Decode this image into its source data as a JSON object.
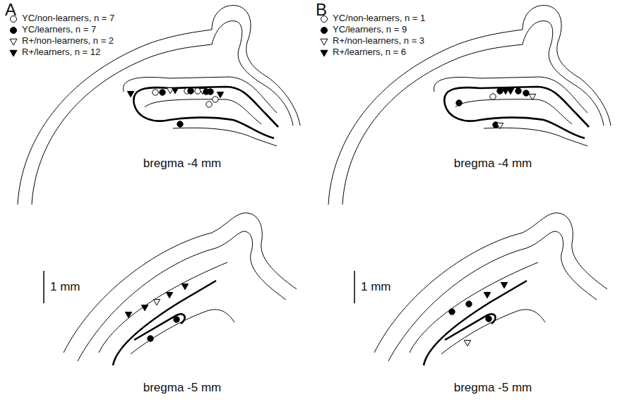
{
  "diagram": {
    "labels": [
      "A",
      "B",
      "bregma -4 mm",
      "bregma -5 mm",
      "bregma -4 mm",
      "bregma -5 mm",
      "1 mm",
      "1 mm"
    ],
    "legend": [
      {
        "text": "YC/non-learners, n = 7"
      },
      {
        "text": "YC/learners, n = 7"
      },
      {
        "text": "R+/non-learners, n = 2"
      },
      {
        "text": "R+/learners, n = 12"
      },
      {
        "text": "YC/non-learners, n = 1"
      },
      {
        "text": "YC/learners, n = 9"
      },
      {
        "text": "R+/non-learners, n = 3"
      },
      {
        "text": "R+/learners, n = 6"
      }
    ]
  }
}
